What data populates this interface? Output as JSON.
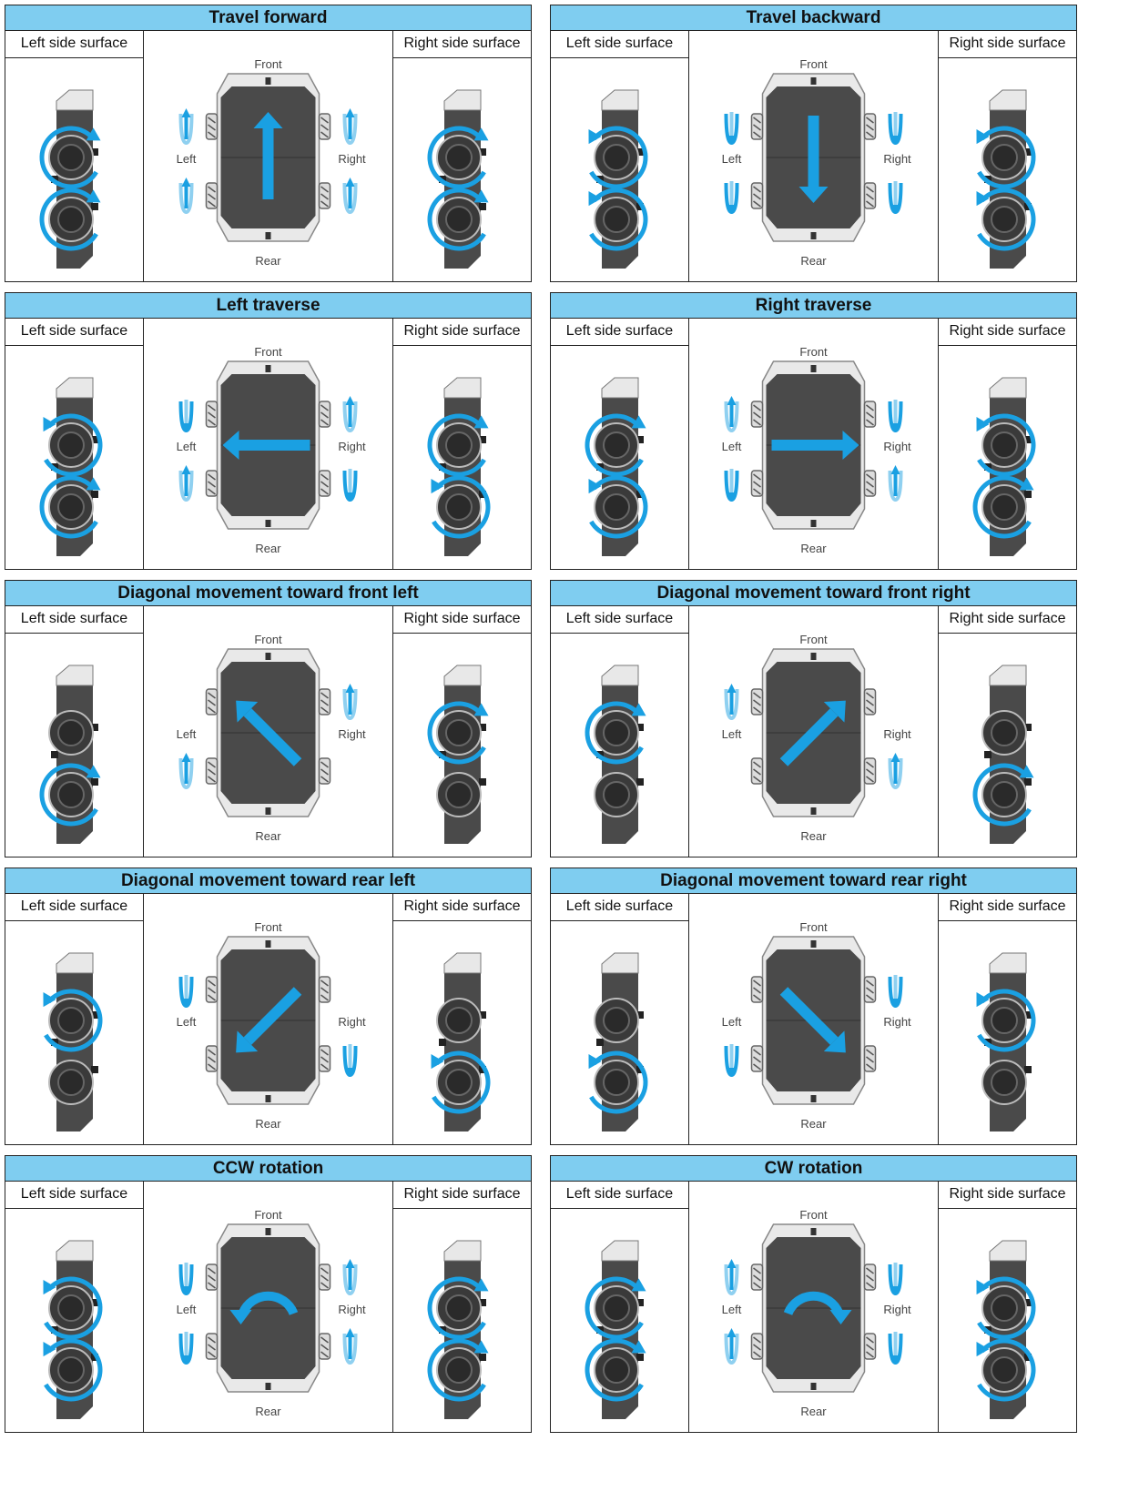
{
  "colors": {
    "title_bar": "#7fcdf0",
    "arrow_blue": "#1aa0e2",
    "arrow_light": "#8fd0f0",
    "chassis": "#4a4a4a",
    "border": "#222222"
  },
  "labels": {
    "left_side_surface": "Left side surface",
    "right_side_surface": "Right side surface",
    "front": "Front",
    "rear": "Rear",
    "left": "Left",
    "right": "Right"
  },
  "panels": [
    {
      "title": "Travel forward",
      "body_arrow": "up-arrow",
      "left_wheels": [
        "forward",
        "forward"
      ],
      "right_wheels": [
        "forward",
        "forward"
      ]
    },
    {
      "title": "Travel backward",
      "body_arrow": "down-arrow",
      "left_wheels": [
        "backward",
        "backward"
      ],
      "right_wheels": [
        "backward",
        "backward"
      ]
    },
    {
      "title": "Left traverse",
      "body_arrow": "left-arrow",
      "left_wheels": [
        "backward",
        "forward"
      ],
      "right_wheels": [
        "forward",
        "backward"
      ]
    },
    {
      "title": "Right traverse",
      "body_arrow": "right-arrow",
      "left_wheels": [
        "forward",
        "backward"
      ],
      "right_wheels": [
        "backward",
        "forward"
      ]
    },
    {
      "title": "Diagonal movement toward front left",
      "body_arrow": "up-left-arrow",
      "left_wheels": [
        "none",
        "forward"
      ],
      "right_wheels": [
        "forward",
        "none"
      ]
    },
    {
      "title": "Diagonal movement toward front right",
      "body_arrow": "up-right-arrow",
      "left_wheels": [
        "forward",
        "none"
      ],
      "right_wheels": [
        "none",
        "forward"
      ]
    },
    {
      "title": "Diagonal movement toward rear left",
      "body_arrow": "down-left-arrow",
      "left_wheels": [
        "backward",
        "none"
      ],
      "right_wheels": [
        "none",
        "backward"
      ]
    },
    {
      "title": "Diagonal movement toward rear right",
      "body_arrow": "down-right-arrow",
      "left_wheels": [
        "none",
        "backward"
      ],
      "right_wheels": [
        "backward",
        "none"
      ]
    },
    {
      "title": "CCW rotation",
      "body_arrow": "ccw-arc-arrow",
      "left_wheels": [
        "backward",
        "backward"
      ],
      "right_wheels": [
        "forward",
        "forward"
      ]
    },
    {
      "title": "CW rotation",
      "body_arrow": "cw-arc-arrow",
      "left_wheels": [
        "forward",
        "forward"
      ],
      "right_wheels": [
        "backward",
        "backward"
      ]
    }
  ]
}
